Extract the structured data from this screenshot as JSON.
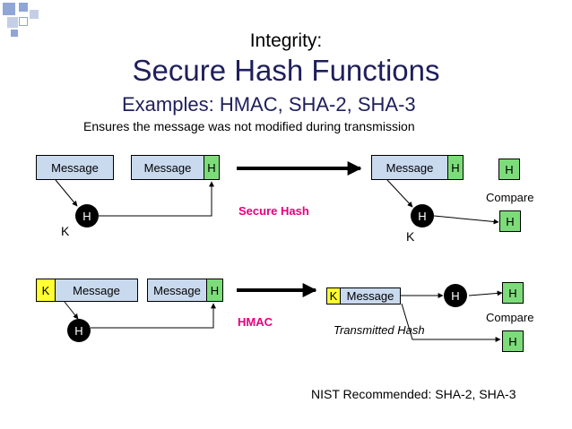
{
  "heading": {
    "line1": "Integrity:",
    "line2": "Secure Hash Functions",
    "line3": "Examples: HMAC, SHA-2, SHA-3",
    "line4": "Ensures the message was not modified during transmission"
  },
  "secure_hash": {
    "label": "Secure Hash",
    "message": "Message",
    "h": "H",
    "k": "K",
    "compare": "Compare"
  },
  "hmac": {
    "label": "HMAC",
    "message": "Message",
    "h": "H",
    "k": "K",
    "compare": "Compare",
    "transmitted": "Transmitted Hash"
  },
  "footer": "NIST Recommended: SHA-2, SHA-3",
  "colors": {
    "message_fill": "#c9d9ee",
    "hash_fill": "#7ddc7a",
    "key_fill": "#ffff33",
    "label_magenta": "#e6007e",
    "deco_blue": "#8fa6d6"
  }
}
